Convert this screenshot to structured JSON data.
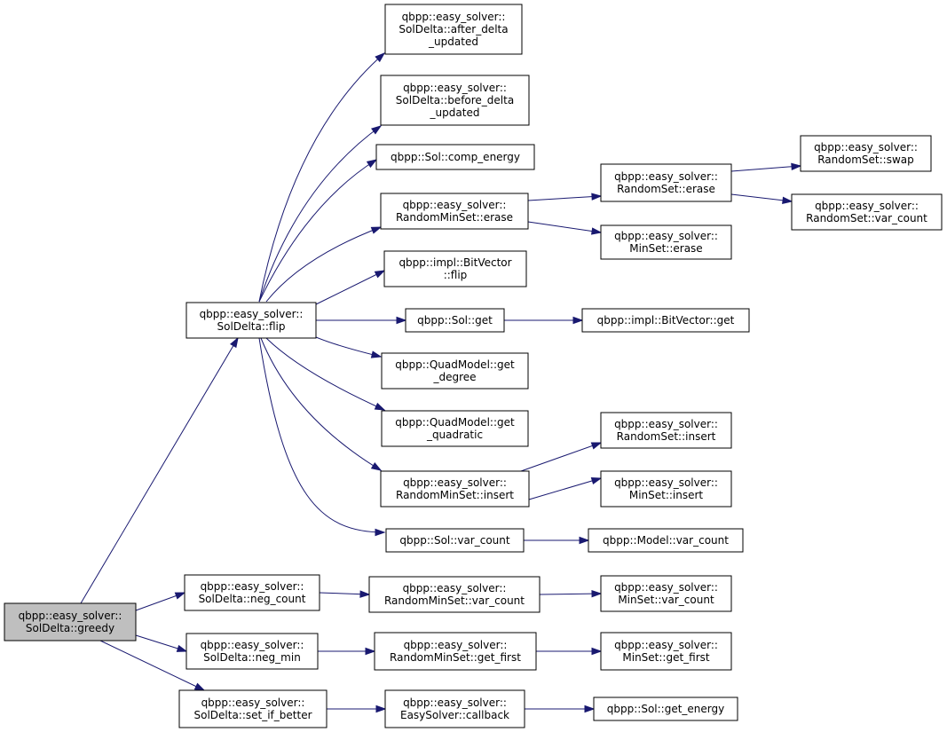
{
  "graph": {
    "colors": {
      "edge": "#191970",
      "node_border": "#000000",
      "root_fill": "#bfbfbf",
      "background": "#ffffff"
    },
    "nodes": [
      {
        "id": "greedy",
        "lines": [
          "qbpp::easy_solver::",
          "SolDelta::greedy"
        ],
        "root": true
      },
      {
        "id": "flip",
        "lines": [
          "qbpp::easy_solver::",
          "SolDelta::flip"
        ]
      },
      {
        "id": "neg_count",
        "lines": [
          "qbpp::easy_solver::",
          "SolDelta::neg_count"
        ]
      },
      {
        "id": "neg_min",
        "lines": [
          "qbpp::easy_solver::",
          "SolDelta::neg_min"
        ]
      },
      {
        "id": "set_if_better",
        "lines": [
          "qbpp::easy_solver::",
          "SolDelta::set_if_better"
        ]
      },
      {
        "id": "after_delta",
        "lines": [
          "qbpp::easy_solver::",
          "SolDelta::after_delta",
          "_updated"
        ]
      },
      {
        "id": "before_delta",
        "lines": [
          "qbpp::easy_solver::",
          "SolDelta::before_delta",
          "_updated"
        ]
      },
      {
        "id": "comp_energy",
        "lines": [
          "qbpp::Sol::comp_energy"
        ]
      },
      {
        "id": "rms_erase",
        "lines": [
          "qbpp::easy_solver::",
          "RandomMinSet::erase"
        ]
      },
      {
        "id": "bv_flip",
        "lines": [
          "qbpp::impl::BitVector",
          "::flip"
        ]
      },
      {
        "id": "sol_get",
        "lines": [
          "qbpp::Sol::get"
        ]
      },
      {
        "id": "qm_get_degree",
        "lines": [
          "qbpp::QuadModel::get",
          "_degree"
        ]
      },
      {
        "id": "qm_get_quadratic",
        "lines": [
          "qbpp::QuadModel::get",
          "_quadratic"
        ]
      },
      {
        "id": "rms_insert",
        "lines": [
          "qbpp::easy_solver::",
          "RandomMinSet::insert"
        ]
      },
      {
        "id": "sol_var_count",
        "lines": [
          "qbpp::Sol::var_count"
        ]
      },
      {
        "id": "rms_var_count",
        "lines": [
          "qbpp::easy_solver::",
          "RandomMinSet::var_count"
        ]
      },
      {
        "id": "rms_get_first",
        "lines": [
          "qbpp::easy_solver::",
          "RandomMinSet::get_first"
        ]
      },
      {
        "id": "es_callback",
        "lines": [
          "qbpp::easy_solver::",
          "EasySolver::callback"
        ]
      },
      {
        "id": "rs_erase",
        "lines": [
          "qbpp::easy_solver::",
          "RandomSet::erase"
        ]
      },
      {
        "id": "ms_erase",
        "lines": [
          "qbpp::easy_solver::",
          "MinSet::erase"
        ]
      },
      {
        "id": "bv_get",
        "lines": [
          "qbpp::impl::BitVector::get"
        ]
      },
      {
        "id": "rs_insert",
        "lines": [
          "qbpp::easy_solver::",
          "RandomSet::insert"
        ]
      },
      {
        "id": "ms_insert",
        "lines": [
          "qbpp::easy_solver::",
          "MinSet::insert"
        ]
      },
      {
        "id": "model_var_count",
        "lines": [
          "qbpp::Model::var_count"
        ]
      },
      {
        "id": "ms_var_count",
        "lines": [
          "qbpp::easy_solver::",
          "MinSet::var_count"
        ]
      },
      {
        "id": "ms_get_first",
        "lines": [
          "qbpp::easy_solver::",
          "MinSet::get_first"
        ]
      },
      {
        "id": "sol_get_energy",
        "lines": [
          "qbpp::Sol::get_energy"
        ]
      },
      {
        "id": "rs_swap",
        "lines": [
          "qbpp::easy_solver::",
          "RandomSet::swap"
        ]
      },
      {
        "id": "rs_var_count",
        "lines": [
          "qbpp::easy_solver::",
          "RandomSet::var_count"
        ]
      }
    ],
    "edges": [
      [
        "greedy",
        "flip"
      ],
      [
        "greedy",
        "neg_count"
      ],
      [
        "greedy",
        "neg_min"
      ],
      [
        "greedy",
        "set_if_better"
      ],
      [
        "flip",
        "after_delta"
      ],
      [
        "flip",
        "before_delta"
      ],
      [
        "flip",
        "comp_energy"
      ],
      [
        "flip",
        "rms_erase"
      ],
      [
        "flip",
        "bv_flip"
      ],
      [
        "flip",
        "sol_get"
      ],
      [
        "flip",
        "qm_get_degree"
      ],
      [
        "flip",
        "qm_get_quadratic"
      ],
      [
        "flip",
        "rms_insert"
      ],
      [
        "flip",
        "sol_var_count"
      ],
      [
        "rms_erase",
        "rs_erase"
      ],
      [
        "rms_erase",
        "ms_erase"
      ],
      [
        "rs_erase",
        "rs_swap"
      ],
      [
        "rs_erase",
        "rs_var_count"
      ],
      [
        "sol_get",
        "bv_get"
      ],
      [
        "rms_insert",
        "rs_insert"
      ],
      [
        "rms_insert",
        "ms_insert"
      ],
      [
        "sol_var_count",
        "model_var_count"
      ],
      [
        "neg_count",
        "rms_var_count"
      ],
      [
        "rms_var_count",
        "ms_var_count"
      ],
      [
        "neg_min",
        "rms_get_first"
      ],
      [
        "rms_get_first",
        "ms_get_first"
      ],
      [
        "set_if_better",
        "es_callback"
      ],
      [
        "es_callback",
        "sol_get_energy"
      ]
    ]
  }
}
